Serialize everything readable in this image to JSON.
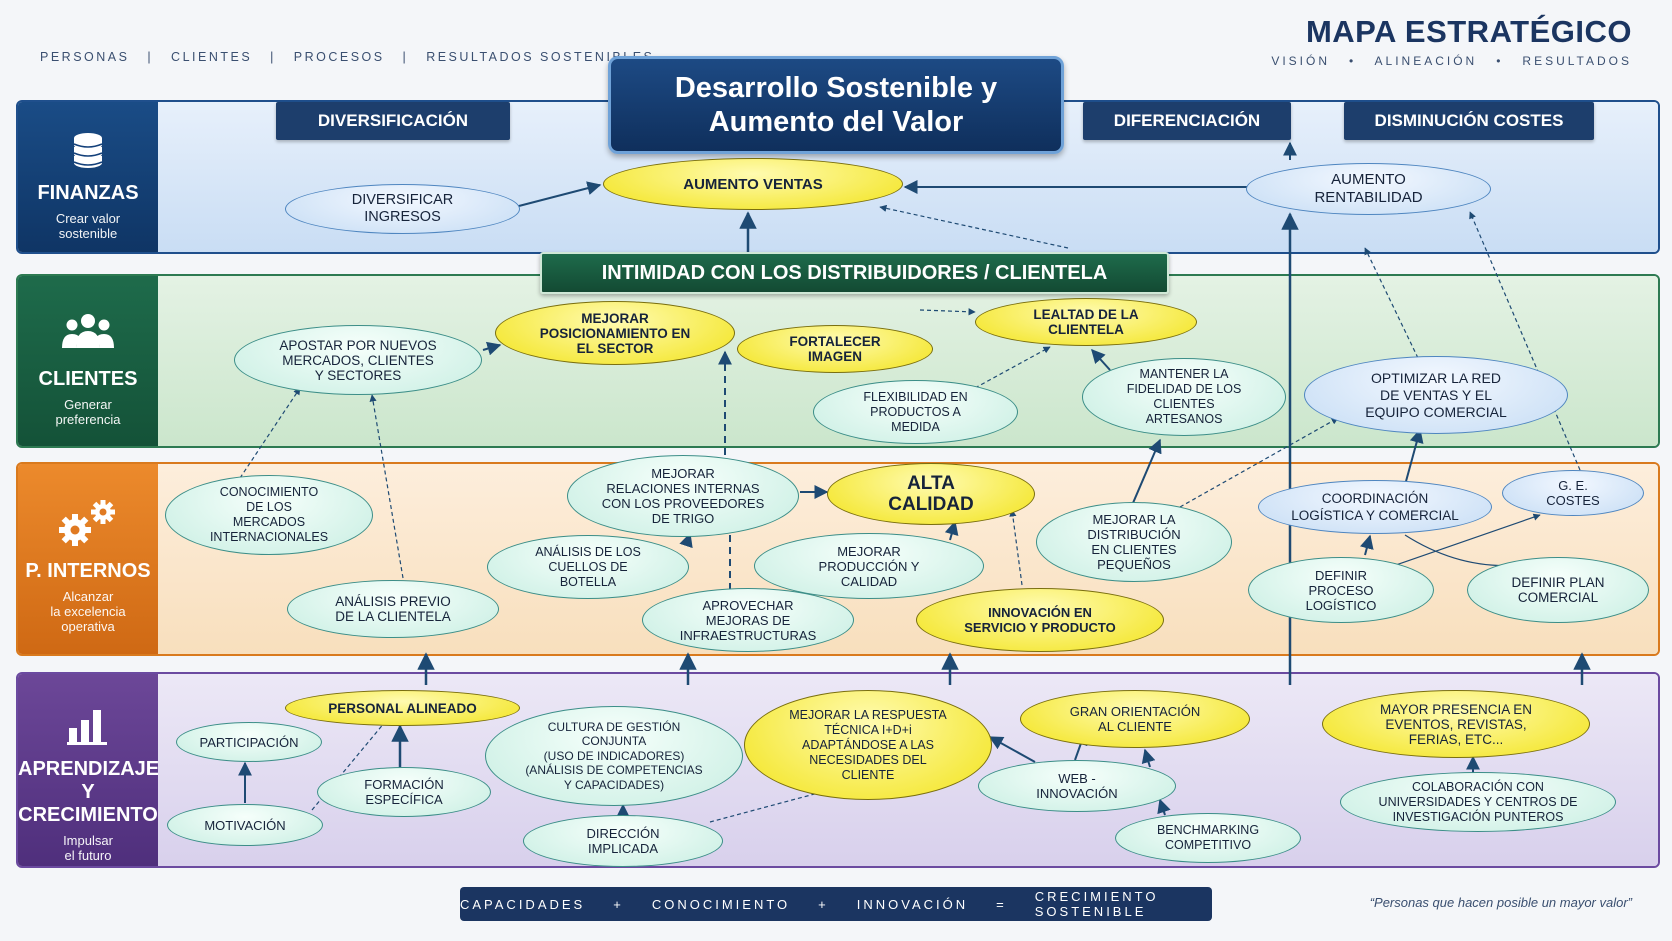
{
  "header": {
    "tagline": "PERSONAS   |   CLIENTES   |   PROCESOS   |   RESULTADOS SOSTENIBLES",
    "brand": "MAPA ESTRATÉGICO",
    "brand_sub": "VISIÓN   •   ALINEACIÓN   •   RESULTADOS"
  },
  "title": {
    "line1": "Desarrollo Sostenible y",
    "line2": "Aumento del Valor"
  },
  "finance_headers": {
    "diversificacion": "DIVERSIFICACIÓN",
    "diferenciacion": "DIFERENCIACIÓN",
    "disminucion": "DISMINUCIÓN COSTES"
  },
  "client_bar": "INTIMIDAD CON LOS DISTRIBUIDORES / CLIENTELA",
  "perspectives": {
    "fin": {
      "name": "FINANZAS",
      "desc1": "Crear valor",
      "desc2": "sostenible",
      "icon": "coins-icon"
    },
    "cli": {
      "name": "CLIENTES",
      "desc1": "Generar",
      "desc2": "preferencia",
      "icon": "users-icon"
    },
    "pro": {
      "name": "P. INTERNOS",
      "desc1": "Alcanzar",
      "desc2": "la excelencia",
      "desc3": "operativa",
      "icon": "gears-icon"
    },
    "apr": {
      "name": "APRENDIZAJE",
      "name2": "Y CRECIMIENTO",
      "desc1": "Impulsar",
      "desc2": "el futuro",
      "icon": "bar-chart-icon"
    }
  },
  "nodes": {
    "diversificar": {
      "l1": "DIVERSIFICAR",
      "l2": "INGRESOS"
    },
    "ventas": {
      "l1": "AUMENTO VENTAS"
    },
    "rentabilidad": {
      "l1": "AUMENTO",
      "l2": "RENTABILIDAD"
    },
    "apostar": {
      "l1": "APOSTAR POR NUEVOS",
      "l2": "MERCADOS, CLIENTES",
      "l3": "Y SECTORES"
    },
    "posicionamiento": {
      "l1": "MEJORAR",
      "l2": "POSICIONAMIENTO EN",
      "l3": "EL SECTOR"
    },
    "imagen": {
      "l1": "FORTALECER",
      "l2": "IMAGEN"
    },
    "lealtad": {
      "l1": "LEALTAD DE LA",
      "l2": "CLIENTELA"
    },
    "flexibilidad": {
      "l1": "FLEXIBILIDAD EN",
      "l2": "PRODUCTOS A",
      "l3": "MEDIDA"
    },
    "fidelidad": {
      "l1": "MANTENER LA",
      "l2": "FIDELIDAD DE LOS",
      "l3": "CLIENTES",
      "l4": "ARTESANOS"
    },
    "optimizar": {
      "l1": "OPTIMIZAR LA RED",
      "l2": "DE VENTAS Y EL",
      "l3": "EQUIPO COMERCIAL"
    },
    "conocimiento": {
      "l1": "CONOCIMIENTO",
      "l2": "DE LOS",
      "l3": "MERCADOS",
      "l4": "INTERNACIONALES"
    },
    "relaciones": {
      "l1": "MEJORAR",
      "l2": "RELACIONES INTERNAS",
      "l3": "CON LOS PROVEEDORES",
      "l4": "DE TRIGO"
    },
    "calidad": {
      "l1": "ALTA",
      "l2": "CALIDAD"
    },
    "distribucion": {
      "l1": "MEJORAR LA",
      "l2": "DISTRIBUCIÓN",
      "l3": "EN CLIENTES",
      "l4": "PEQUEÑOS"
    },
    "coordinacion": {
      "l1": "COORDINACIÓN",
      "l2": "LOGÍSTICA Y COMERCIAL"
    },
    "gecostes": {
      "l1": "G. E.",
      "l2": "COSTES"
    },
    "cuellos": {
      "l1": "ANÁLISIS DE LOS",
      "l2": "CUELLOS DE",
      "l3": "BOTELLA"
    },
    "produccion": {
      "l1": "MEJORAR",
      "l2": "PRODUCCIÓN Y",
      "l3": "CALIDAD"
    },
    "analisis": {
      "l1": "ANÁLISIS PREVIO",
      "l2": "DE LA CLIENTELA"
    },
    "infraestructuras": {
      "l1": "APROVECHAR",
      "l2": "MEJORAS DE",
      "l3": "INFRAESTRUCTURAS"
    },
    "innovacion": {
      "l1": "INNOVACIÓN EN",
      "l2": "SERVICIO Y PRODUCTO"
    },
    "proceso": {
      "l1": "DEFINIR",
      "l2": "PROCESO",
      "l3": "LOGÍSTICO"
    },
    "plan": {
      "l1": "DEFINIR PLAN",
      "l2": "COMERCIAL"
    },
    "personal": {
      "l1": "PERSONAL ALINEADO"
    },
    "participacion": {
      "l1": "PARTICIPACIÓN"
    },
    "formacion": {
      "l1": "FORMACIÓN",
      "l2": "ESPECÍFICA"
    },
    "motivacion": {
      "l1": "MOTIVACIÓN"
    },
    "cultura": {
      "l1": "CULTURA DE GESTIÓN",
      "l2": "CONJUNTA",
      "l3": "(USO DE INDICADORES)",
      "l4": "(ANÁLISIS DE COMPETENCIAS",
      "l5": "Y CAPACIDADES)"
    },
    "direccion": {
      "l1": "DIRECCIÓN",
      "l2": "IMPLICADA"
    },
    "respuesta": {
      "l1": "MEJORAR LA RESPUESTA",
      "l2": "TÉCNICA I+D+i",
      "l3": "ADAPTÁNDOSE A LAS",
      "l4": "NECESIDADES DEL",
      "l5": "CLIENTE"
    },
    "orientacion": {
      "l1": "GRAN ORIENTACIÓN",
      "l2": "AL CLIENTE"
    },
    "web": {
      "l1": "WEB -",
      "l2": "INNOVACIÓN"
    },
    "benchmarking": {
      "l1": "BENCHMARKING",
      "l2": "COMPETITIVO"
    },
    "presencia": {
      "l1": "MAYOR PRESENCIA EN",
      "l2": "EVENTOS, REVISTAS,",
      "l3": "FERIAS, ETC..."
    },
    "colaboracion": {
      "l1": "COLABORACIÓN CON",
      "l2": "UNIVERSIDADES Y CENTROS DE",
      "l3": "INVESTIGACIÓN PUNTEROS"
    }
  },
  "footer": {
    "t1": "CAPACIDADES",
    "p1": "+",
    "t2": "CONOCIMIENTO",
    "p2": "+",
    "t3": "INNOVACIÓN",
    "eq": "=",
    "t4": "CRECIMIENTO SOSTENIBLE"
  },
  "quote": "“Personas que hacen posible un mayor valor”",
  "colors": {
    "navy": "#1b3561",
    "finance": "#1a4c86",
    "clients": "#1e6b4b",
    "process": "#ec8a2c",
    "learning": "#6c4798",
    "highlight": "#f2e31a"
  }
}
